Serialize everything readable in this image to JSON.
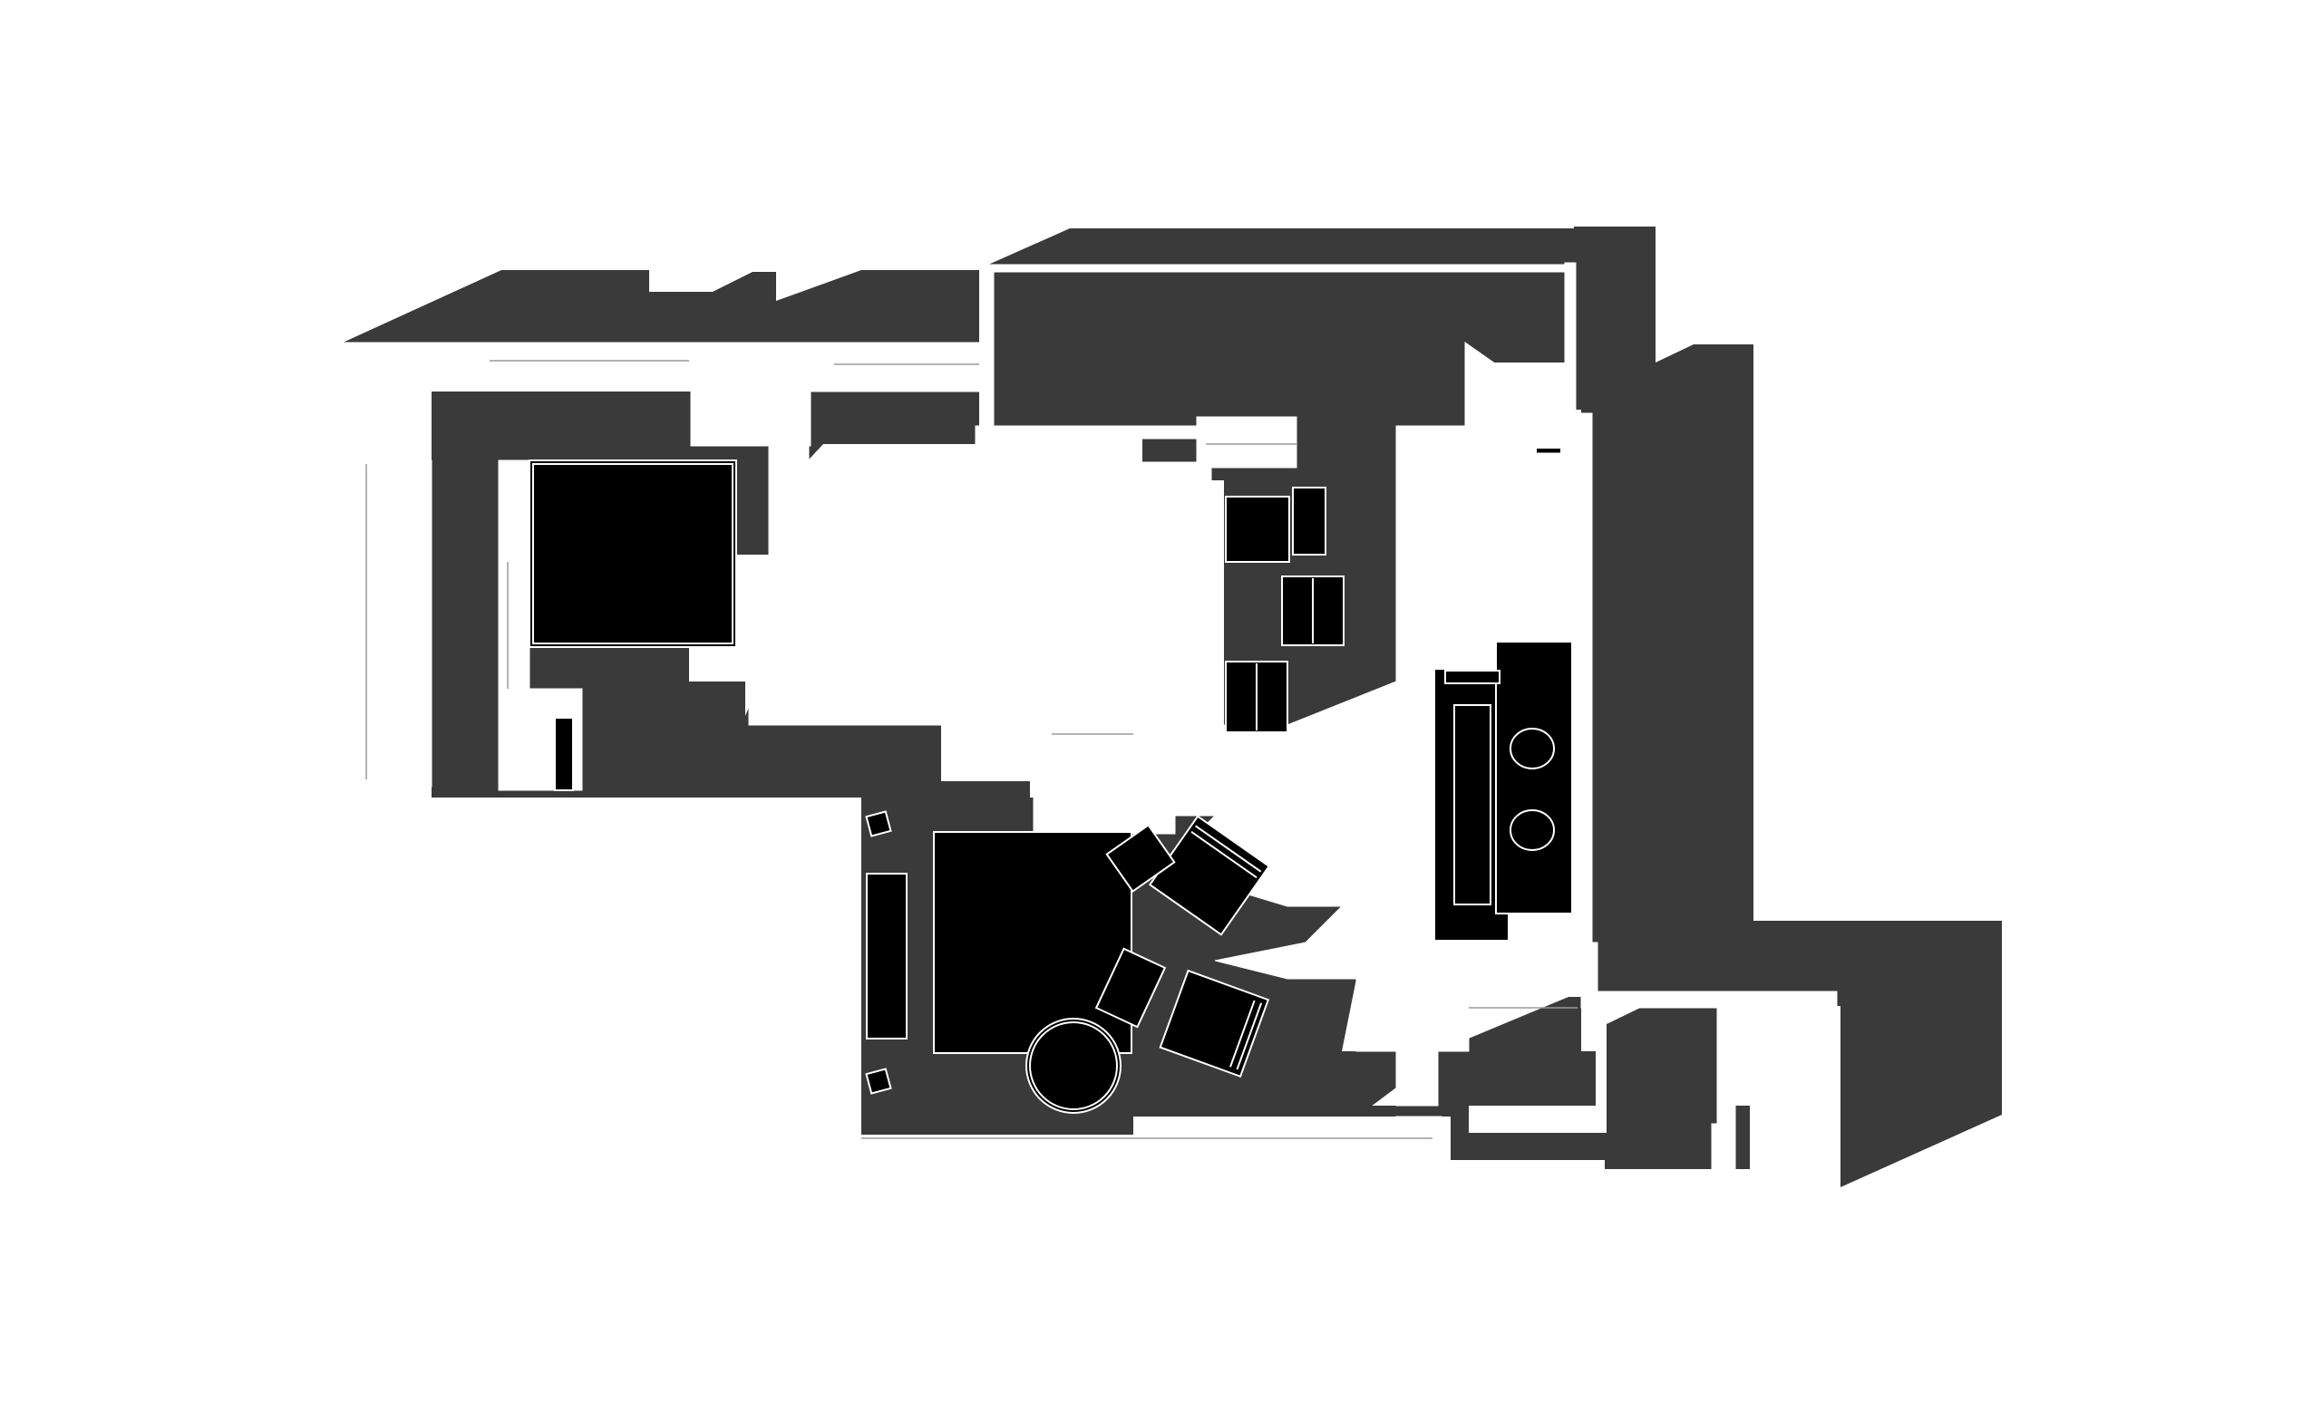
{
  "diagram": {
    "type": "floor-plan-shadow-study",
    "colors": {
      "background": "#ffffff",
      "shadow": "#3a3a3a",
      "furniture": "#000000",
      "walls": "#ffffff",
      "furniture_outline": "#ffffff"
    },
    "rooms": [
      {
        "id": "bedroom-west",
        "icon": "bed-icon"
      },
      {
        "id": "corridor-north",
        "icon": "none"
      },
      {
        "id": "bathroom",
        "icon": "shower-icon"
      },
      {
        "id": "kitchen-dining",
        "icon": "dining-table-icon"
      },
      {
        "id": "living-room",
        "icon": "sofa-icon"
      },
      {
        "id": "entry-east",
        "icon": "door-icon"
      }
    ],
    "furniture": [
      {
        "id": "double-bed",
        "icon": "bed-icon"
      },
      {
        "id": "tv-console",
        "icon": "cabinet-icon"
      },
      {
        "id": "square-rug",
        "icon": "rug-icon"
      },
      {
        "id": "round-coffee-table",
        "icon": "table-icon"
      },
      {
        "id": "armchair-north",
        "icon": "armchair-icon"
      },
      {
        "id": "armchair-south",
        "icon": "armchair-icon"
      },
      {
        "id": "ottoman-north",
        "icon": "ottoman-icon"
      },
      {
        "id": "ottoman-south",
        "icon": "ottoman-icon"
      },
      {
        "id": "side-stool-north",
        "icon": "stool-icon"
      },
      {
        "id": "side-stool-south",
        "icon": "stool-icon"
      },
      {
        "id": "dining-table",
        "icon": "dining-table-icon"
      },
      {
        "id": "dining-chairs",
        "icon": "chair-icon"
      },
      {
        "id": "bathroom-fixtures",
        "icon": "bathtub-icon"
      },
      {
        "id": "radiator-east",
        "icon": "radiator-icon"
      }
    ]
  }
}
